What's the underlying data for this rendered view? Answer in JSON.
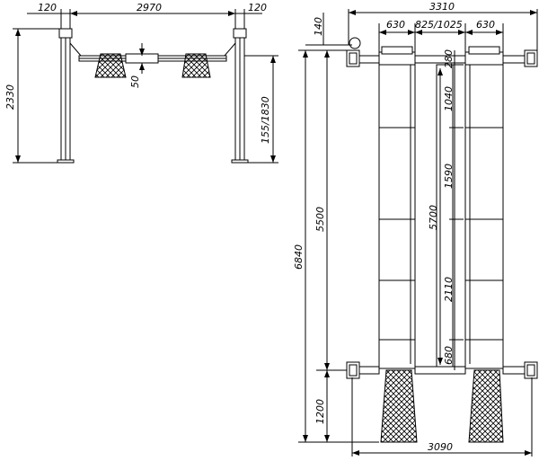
{
  "front_view": {
    "dims": {
      "post_left": "120",
      "span": "2970",
      "post_right": "120",
      "height": "2330",
      "pad_drop": "50",
      "lift_range": "155/1830"
    }
  },
  "top_view": {
    "dims": {
      "overall_width": "3310",
      "pad_width_left": "630",
      "track_gap": "825/1025",
      "pad_width_right": "630",
      "top_offset": "140",
      "overall_length": "6840",
      "track_length": "5500",
      "front_extension": "1200",
      "wheelbase": "3090",
      "seg_280": "280",
      "seg_1040": "1040",
      "seg_1590": "1590",
      "seg_2110": "2110",
      "seg_680": "680",
      "inner_length": "5700"
    }
  }
}
